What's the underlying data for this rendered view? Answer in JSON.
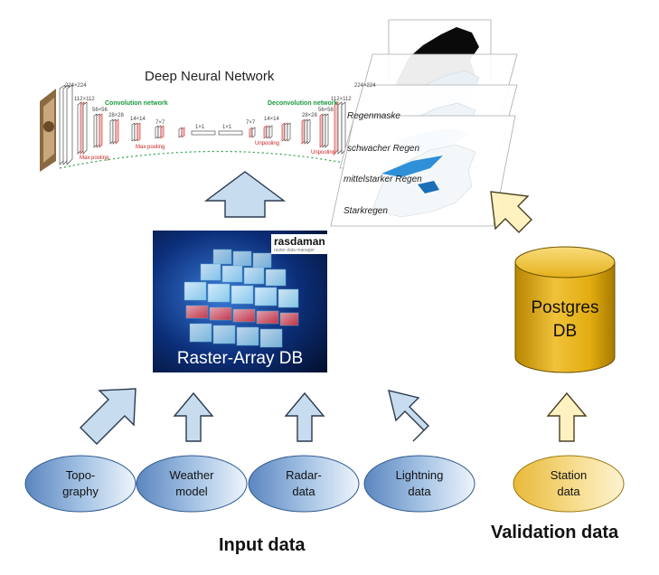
{
  "dnn_title": "Deep Neural Network",
  "network": {
    "conv_label": "Convolution network",
    "deconv_label": "Deconvolution network",
    "dim_labels": [
      "224×224",
      "112×112",
      "56×56",
      "28×28",
      "14×14",
      "7×7",
      "1×1",
      "1×1",
      "7×7",
      "14×14",
      "28×28",
      "56×56",
      "112×112",
      "224×224"
    ],
    "pooling_label": "Max pooling",
    "unpooling_label": "Unpooling"
  },
  "maps": {
    "layers": [
      "Regenmaske",
      "schwacher Regen",
      "mittelstarker Regen",
      "Starkregen"
    ]
  },
  "raster_db": {
    "label": "Raster-Array DB",
    "logo": "rasdaman",
    "logo_sub": "raster data manager"
  },
  "postgres": {
    "line1": "Postgres",
    "line2": "DB"
  },
  "inputs": [
    {
      "line1": "Topo-",
      "line2": "graphy"
    },
    {
      "line1": "Weather",
      "line2": "model"
    },
    {
      "line1": "Radar-",
      "line2": "data"
    },
    {
      "line1": "Lightning",
      "line2": "data"
    }
  ],
  "station": {
    "line1": "Station",
    "line2": "data"
  },
  "input_data_label": "Input data",
  "validation_data_label": "Validation data",
  "colors": {
    "blue_arrow_fill": "#c8dcef",
    "blue_arrow_stroke": "#2b3a4e",
    "yellow_arrow_fill": "#fff2c0",
    "yellow_arrow_stroke": "#4a4020",
    "db_gold": "#d9a400",
    "oval_blue": "#8fb4dc",
    "oval_yellow": "#f6d98a"
  }
}
